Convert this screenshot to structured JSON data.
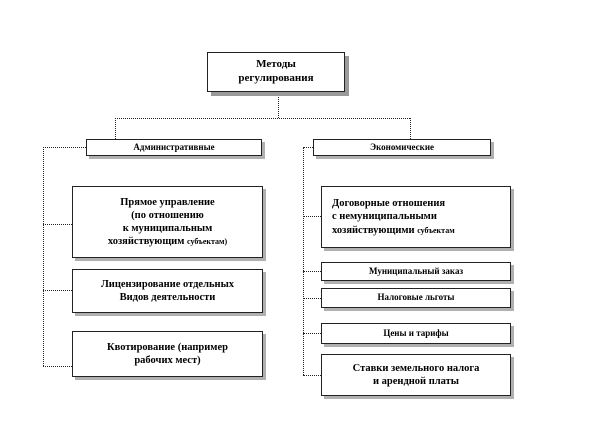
{
  "root": {
    "line1": "Методы",
    "line2": "регулирования"
  },
  "left": {
    "category": "Административные",
    "items": [
      {
        "lines": [
          "Прямое управление",
          "(по отношению",
          "к муниципальным"
        ],
        "last": "хозяйствующим",
        "small": "субъектам)"
      },
      {
        "lines": [
          "Лицензирование отдельных",
          "Видов деятельности"
        ]
      },
      {
        "lines": [
          "Квотирование (например",
          "рабочих мест)"
        ]
      }
    ]
  },
  "right": {
    "category": "Экономические",
    "items": [
      {
        "lines": [
          "Договорные отношения",
          "с немуниципальными"
        ],
        "last": "хозяйствующими",
        "small": "субъектам"
      },
      {
        "lines": [
          "Муниципальный заказ"
        ]
      },
      {
        "lines": [
          "Налоговые льготы"
        ]
      },
      {
        "lines": [
          "Цены и тарифы"
        ]
      },
      {
        "lines": [
          "Ставки земельного налога",
          "и арендной платы"
        ]
      }
    ]
  }
}
